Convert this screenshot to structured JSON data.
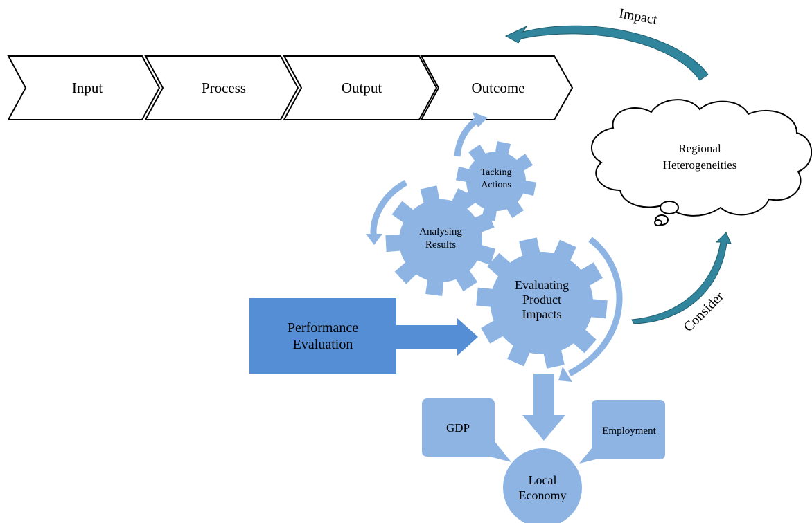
{
  "pipeline": {
    "steps": [
      "Input",
      "Process",
      "Output",
      "Outcome"
    ]
  },
  "gears": {
    "tacking": [
      "Tacking",
      "Actions"
    ],
    "analysing": [
      "Analysing",
      "Results"
    ],
    "evaluating": [
      "Evaluating",
      "Product",
      "Impacts"
    ]
  },
  "performance": [
    "Performance",
    "Evaluation"
  ],
  "cloud": [
    "Regional",
    "Heterogeneities"
  ],
  "arrows": {
    "impact": "Impact",
    "consider": "Consider"
  },
  "economy": {
    "gdp": "GDP",
    "employment": "Employment",
    "local": [
      "Local",
      "Economy"
    ]
  },
  "colors": {
    "light_blue": "#8eb4e3",
    "mid_blue": "#558ed5",
    "teal": "#31859c",
    "outline": "#000000"
  }
}
